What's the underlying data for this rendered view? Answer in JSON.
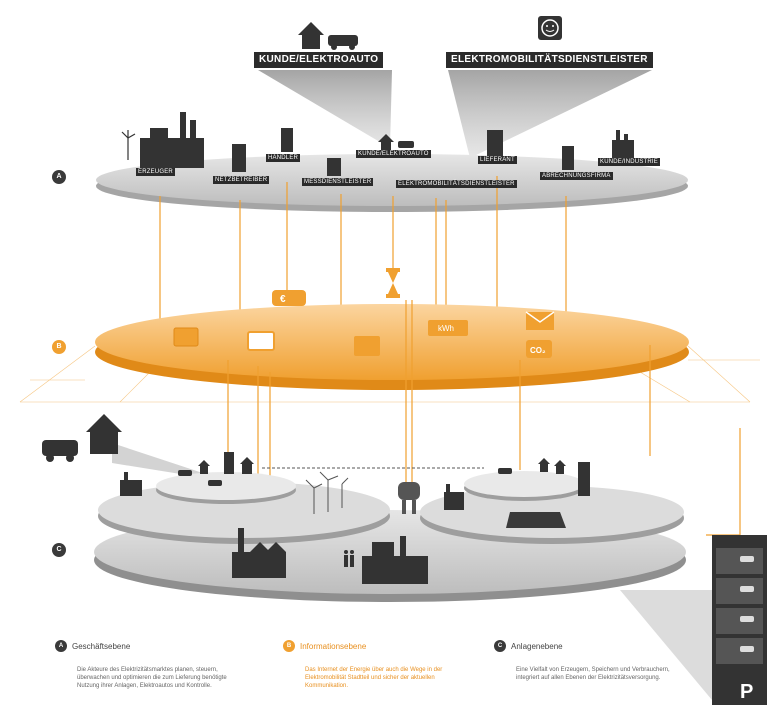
{
  "callouts": {
    "customer": "KUNDE/ELEKTROAUTO",
    "provider": "ELEKTROMOBILITÄTSDIENSTLEISTER"
  },
  "levels": {
    "a": "A",
    "b": "B",
    "c": "C"
  },
  "actors": [
    "ERZEUGER",
    "NETZBETREIBER",
    "HÄNDLER",
    "MESSDIENSTLEISTER",
    "KUNDE/ELEKTROAUTO",
    "ELEKTROMOBILITÄTSDIENSTLEISTER",
    "LIEFERANT",
    "ABRECHNUNGSFIRMA",
    "KUNDE/INDUSTRIE"
  ],
  "info_icons": {
    "kwh": "kWh",
    "co2": "CO₂",
    "euro": "€"
  },
  "parking": "P",
  "legend": [
    {
      "badge": "A",
      "title": "Geschäftsebene",
      "text": "Die Akteure des Elektrizitätsmarktes planen, steuern, überwachen und optimieren die zum Lieferung benötigte Nutzung ihrer Anlagen, Elektroautos und Kontrolle."
    },
    {
      "badge": "B",
      "title": "Informationsebene",
      "text": "Das Internet der Energie über auch die Wege in der Elektromobilität Stadtteil und sicher der aktuellen Kommunikation."
    },
    {
      "badge": "C",
      "title": "Anlagenebene",
      "text": "Eine Vielfalt von Erzeugern, Speichern und Verbrauchern, integriert auf allen Ebenen der Elektrizitätsversorgung."
    }
  ],
  "colors": {
    "orange": "#f0a030",
    "dark": "#2b2b2b",
    "platform": "#d4d4d4"
  }
}
